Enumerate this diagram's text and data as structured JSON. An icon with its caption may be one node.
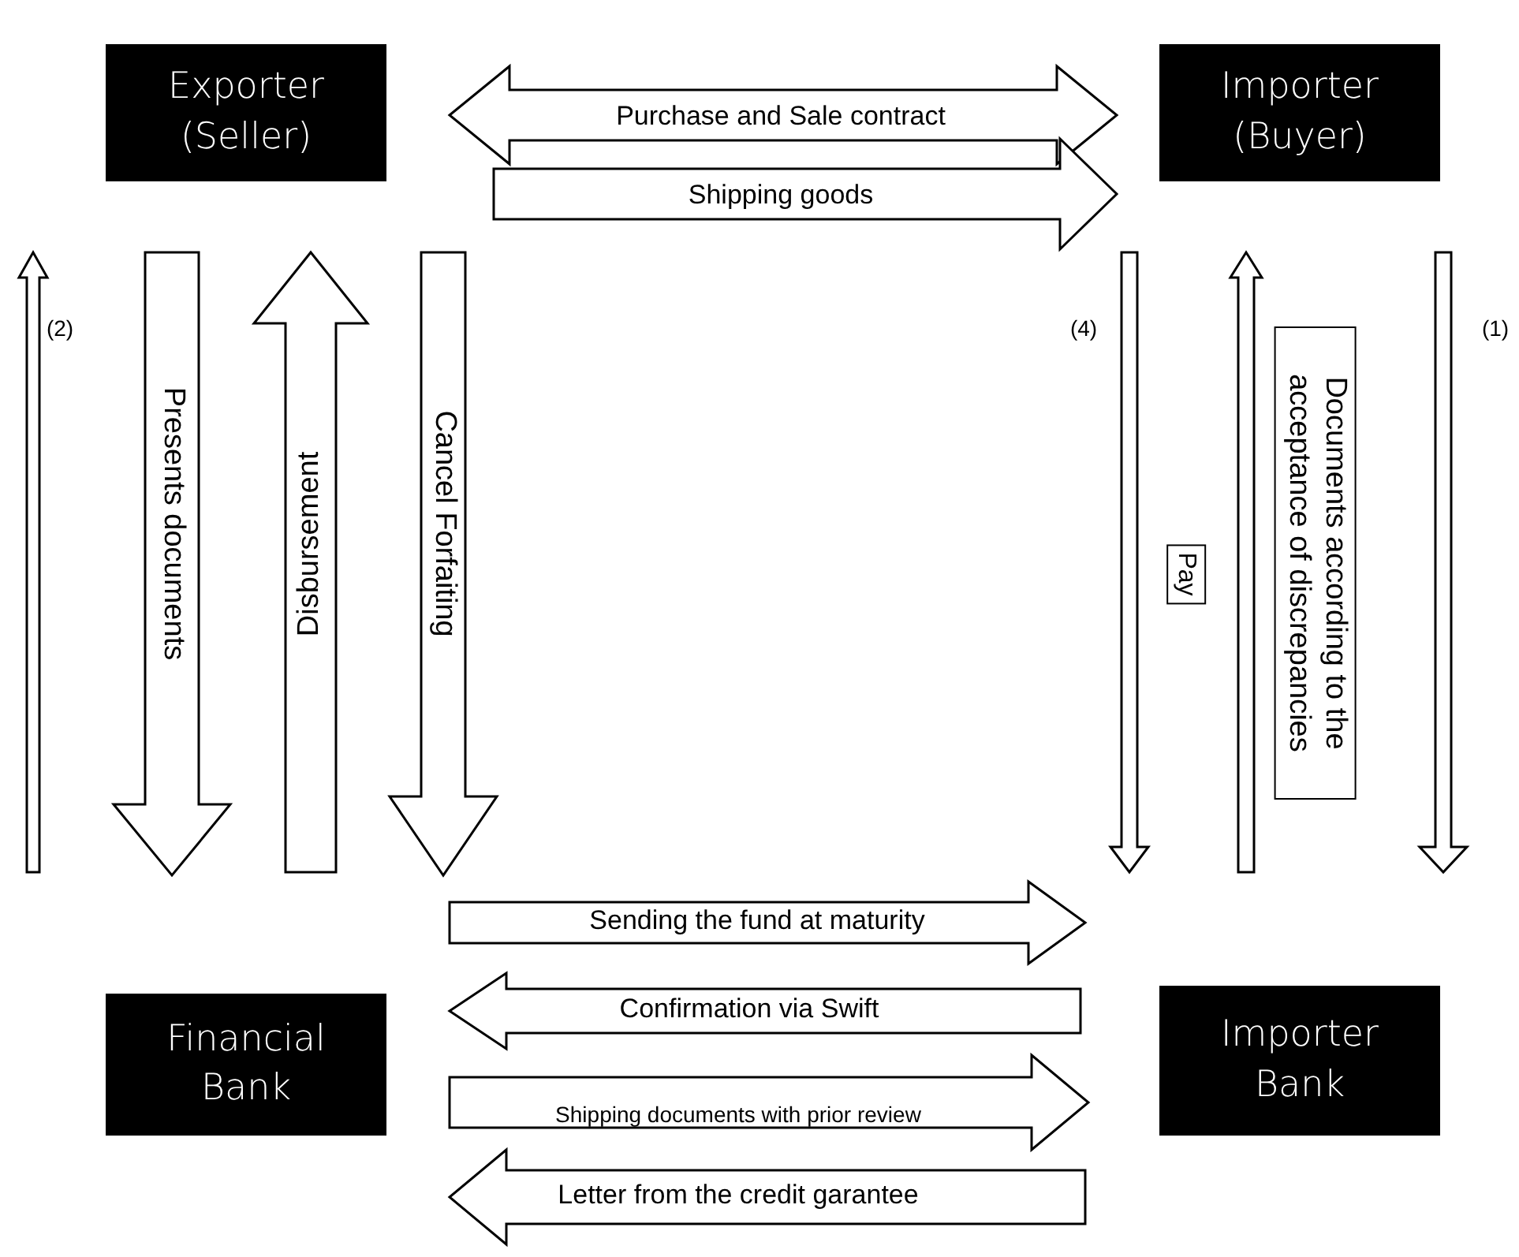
{
  "diagram": {
    "nodes": [
      {
        "text": [
          "Exporter (Seller)"
        ]
      },
      {
        "text": [
          "Importer (Buyer)"
        ]
      },
      {
        "text": [
          "Financial Bank"
        ]
      },
      {
        "text": [
          "Importer Bank"
        ]
      }
    ],
    "edges": [
      {
        "from": 0,
        "to": 1,
        "arrow": "both",
        "label": "Purchase and Sale contract"
      },
      {
        "from": 0,
        "to": 1,
        "arrow": "to",
        "label": "Shipping goods"
      },
      {
        "from": 2,
        "to": 0,
        "arrow": "to"
      },
      {
        "from": 0,
        "to": 2,
        "arrow": "to",
        "label": "Presents documents"
      },
      {
        "from": 2,
        "to": 0,
        "arrow": "to",
        "label": "Disbursement"
      },
      {
        "from": 0,
        "to": 2,
        "arrow": "to",
        "label": "Cancel Forfaiting"
      },
      {
        "from": 1,
        "to": 3,
        "arrow": "to",
        "label": "Pay"
      },
      {
        "from": 3,
        "to": 1,
        "arrow": "to",
        "label": "Documents according to the acceptance of discrepancies"
      },
      {
        "from": 1,
        "to": 3,
        "arrow": "to"
      },
      {
        "from": 2,
        "to": 3,
        "arrow": "to",
        "label": "Sending the fund at maturity"
      },
      {
        "from": 3,
        "to": 2,
        "arrow": "to",
        "label": "Confirmation via Swift"
      },
      {
        "from": 2,
        "to": 3,
        "arrow": "to",
        "label": "Shipping documents with prior review"
      },
      {
        "from": 3,
        "to": 2,
        "arrow": "to",
        "label": "Letter from the credit garantee"
      }
    ],
    "labels": [
      "(2)",
      "(4)",
      "(1)"
    ]
  }
}
